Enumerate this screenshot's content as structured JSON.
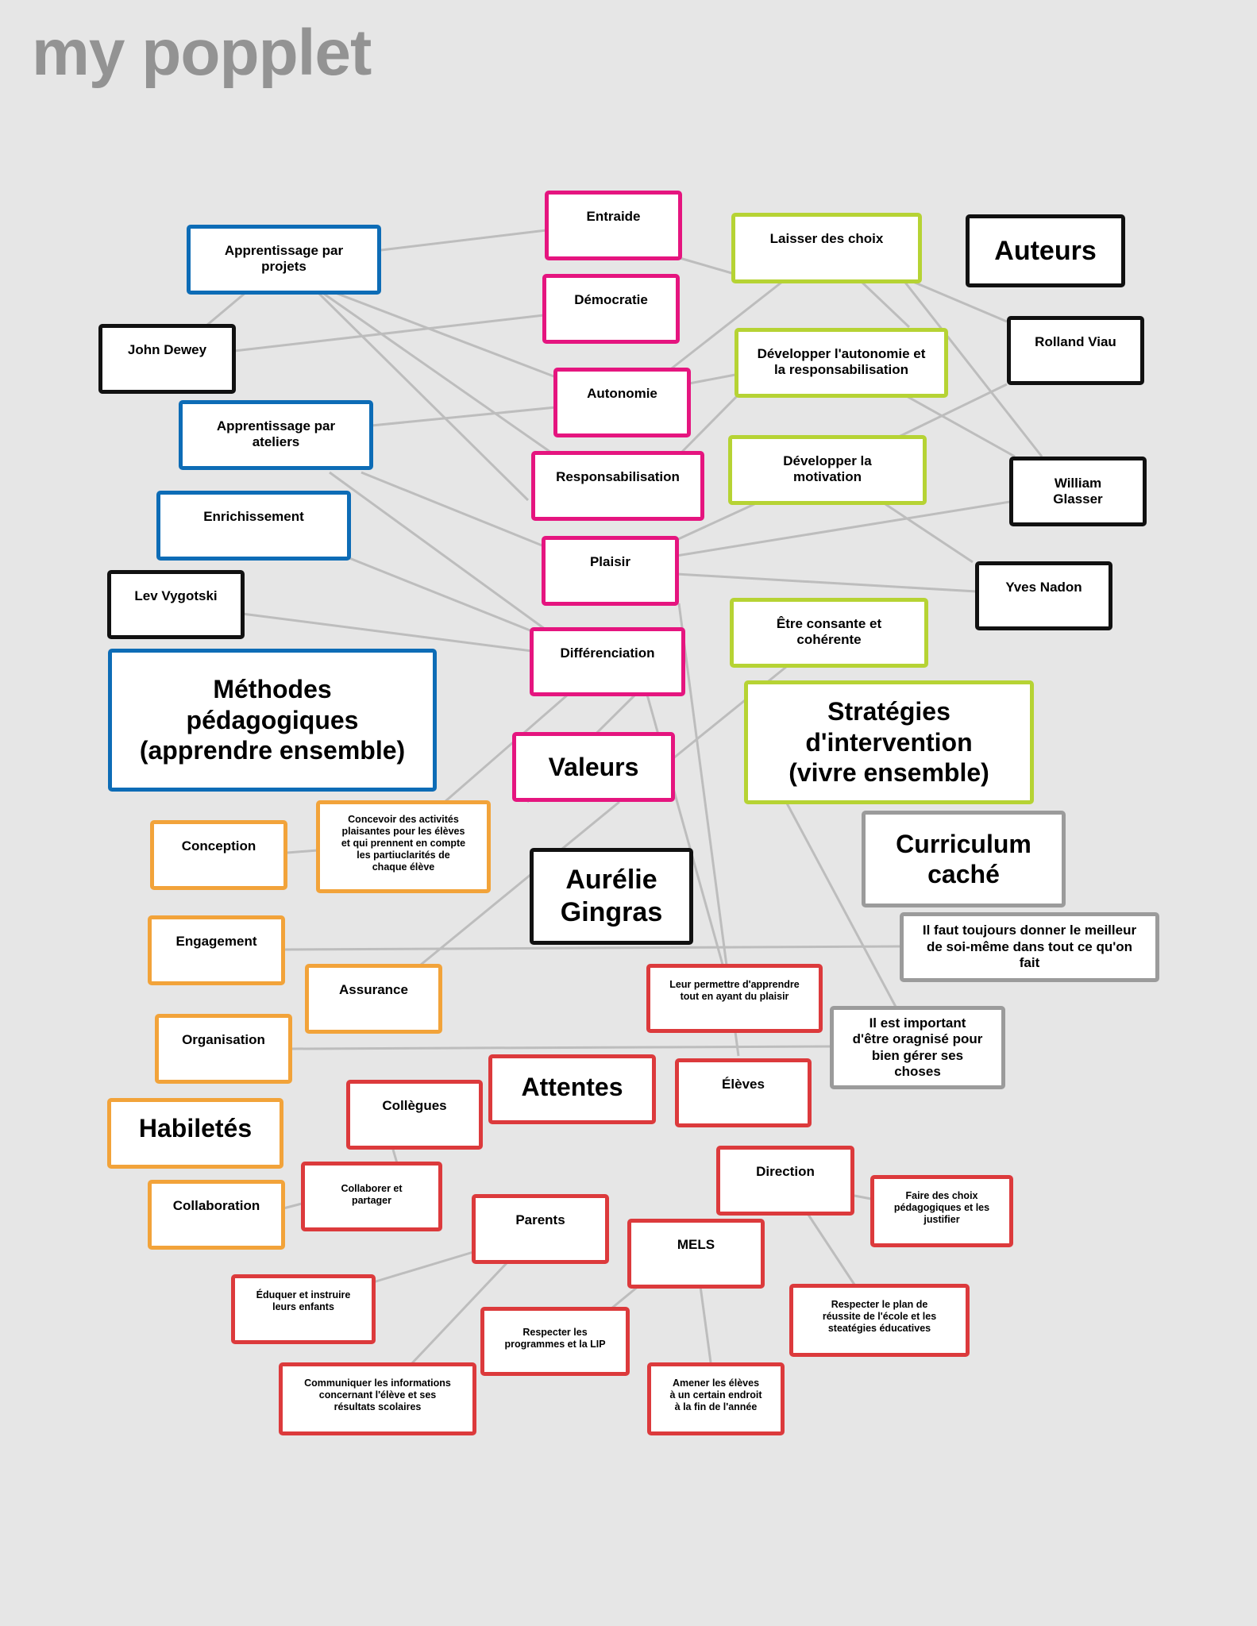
{
  "app": {
    "title": "my popplet"
  },
  "colors": {
    "black": "#111111",
    "magenta": "#e5157f",
    "lime": "#b6d334",
    "blue": "#0d6cb6",
    "orange": "#f2a33a",
    "gray": "#9b9b9b",
    "red": "#dc3a3c",
    "connector": "#bdbdbd",
    "background": "#e6e6e6"
  },
  "popplets": {
    "auteurs": "Auteurs",
    "john_dewey": "John Dewey",
    "lev_vygotski": "Lev Vygotski",
    "rolland_viau": "Rolland Viau",
    "william_glasser": "William\nGlasser",
    "yves_nadon": "Yves Nadon",
    "aurelie_gingras": "Aurélie\nGingras",
    "entraide": "Entraide",
    "democratie": "Démocratie",
    "autonomie": "Autonomie",
    "responsabilisation": "Responsabilisation",
    "plaisir": "Plaisir",
    "differenciation": "Différenciation",
    "valeurs": "Valeurs",
    "laisser_choix": "Laisser des choix",
    "dev_autonomie": "Développer l'autonomie et\nla responsabilisation",
    "dev_motivation": "Développer la\nmotivation",
    "etre_constante": "Être consante et\ncohérente",
    "strategies": "Stratégies\nd'intervention\n(vivre ensemble)",
    "apprentissage_projets": "Apprentissage par\nprojets",
    "apprentissage_ateliers": "Apprentissage par\nateliers",
    "enrichissement": "Enrichissement",
    "methodes": "Méthodes\npédagogiques\n(apprendre ensemble)",
    "conception": "Conception",
    "concevoir_activites": "Concevoir des activités\nplaisantes pour les élèves\net qui prennent en compte\nles partiuclarités de\nchaque élève",
    "engagement": "Engagement",
    "assurance": "Assurance",
    "organisation": "Organisation",
    "habiletes": "Habiletés",
    "collaboration": "Collaboration",
    "curriculum": "Curriculum\ncaché",
    "toujours_donner": "Il faut toujours donner le meilleur\nde soi-même dans tout ce qu'on\nfait",
    "important_organise": "Il est important\nd'être oragnisé pour\nbien gérer ses\nchoses",
    "attentes": "Attentes",
    "leur_permettre": "Leur permettre d'apprendre\ntout en ayant du plaisir",
    "eleves": "Élèves",
    "collegues": "Collègues",
    "collaborer_partager": "Collaborer et\npartager",
    "parents": "Parents",
    "eduquer": "Éduquer et instruire\nleurs enfants",
    "communiquer": "Communiquer les informations\nconcernant l'élève et ses\nrésultats scolaires",
    "mels": "MELS",
    "respecter_programmes": "Respecter les\nprogrammes et la LIP",
    "amener_eleves": "Amener les élèves\nà un certain endroit\nà la fin de l'année",
    "direction": "Direction",
    "faire_choix": "Faire des choix\npédagogiques et les\njustifier",
    "respecter_plan": "Respecter le plan de\nréussite de l'école et les\nsteatégies éducatives"
  }
}
